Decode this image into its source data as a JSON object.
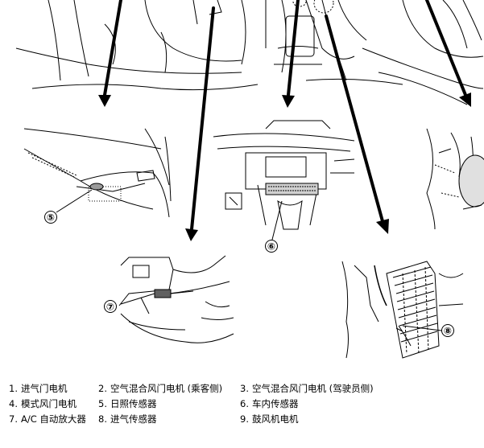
{
  "callouts": [
    "⑤",
    "⑥",
    "⑦",
    "⑧"
  ],
  "legend": [
    [
      {
        "num": "1.",
        "text": "进气门电机"
      },
      {
        "num": "2.",
        "text": "空气混合风门电机 (乘客侧)"
      },
      {
        "num": "3.",
        "text": "空气混合风门电机 (驾驶员侧)"
      }
    ],
    [
      {
        "num": "4.",
        "text": "模式风门电机"
      },
      {
        "num": "5.",
        "text": "日照传感器"
      },
      {
        "num": "6.",
        "text": "车内传感器"
      }
    ],
    [
      {
        "num": "7.",
        "text": "A/C 自动放大器"
      },
      {
        "num": "8.",
        "text": "进气传感器"
      },
      {
        "num": "9.",
        "text": "鼓风机电机"
      }
    ]
  ]
}
